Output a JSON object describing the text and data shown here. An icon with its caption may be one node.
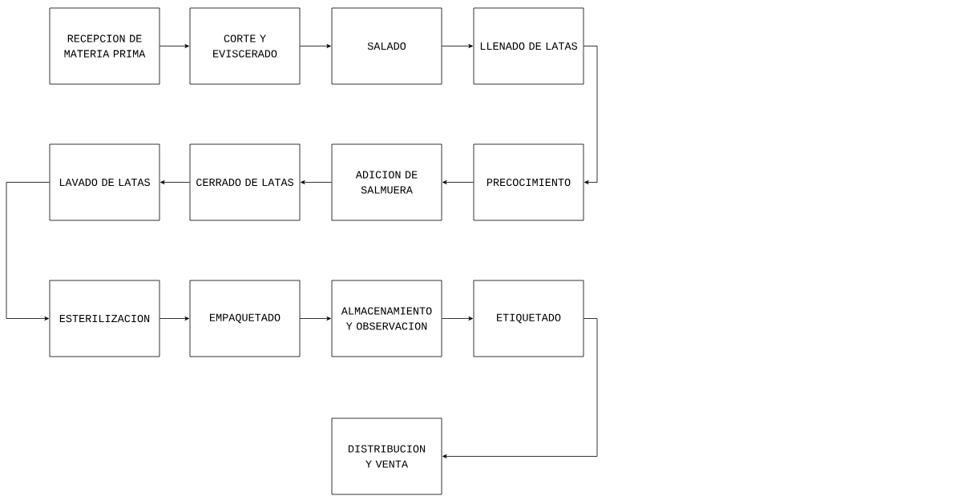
{
  "diagram": {
    "nodes": [
      {
        "text": [
          "RECEPCION DE MATERIA PRIMA"
        ]
      },
      {
        "text": [
          "CORTE Y EVISCERADO"
        ]
      },
      {
        "text": [
          "SALADO"
        ]
      },
      {
        "text": [
          "LLENADO DE LATAS"
        ]
      },
      {
        "text": [
          "PRECOCIMIENTO"
        ]
      },
      {
        "text": [
          "ADICION DE SALMUERA"
        ]
      },
      {
        "text": [
          "CERRADO DE LATAS"
        ]
      },
      {
        "text": [
          "LAVADO DE LATAS"
        ]
      },
      {
        "text": [
          "ESTERILIZACION"
        ]
      },
      {
        "text": [
          "EMPAQUETADO"
        ]
      },
      {
        "text": [
          "ALMACENAMIENTO Y OBSERVACION"
        ]
      },
      {
        "text": [
          "ETIQUETADO"
        ]
      },
      {
        "text": [
          "DISTRIBUCION Y VENTA"
        ]
      }
    ],
    "edges": [
      {
        "from": 0,
        "to": 1,
        "arrow": "to"
      },
      {
        "from": 1,
        "to": 2,
        "arrow": "to"
      },
      {
        "from": 2,
        "to": 3,
        "arrow": "to"
      },
      {
        "from": 3,
        "to": 4,
        "arrow": "to"
      },
      {
        "from": 4,
        "to": 5,
        "arrow": "to"
      },
      {
        "from": 5,
        "to": 6,
        "arrow": "to"
      },
      {
        "from": 6,
        "to": 7,
        "arrow": "to"
      },
      {
        "from": 7,
        "to": 8,
        "arrow": "to"
      },
      {
        "from": 8,
        "to": 9,
        "arrow": "to"
      },
      {
        "from": 9,
        "to": 10,
        "arrow": "to"
      },
      {
        "from": 10,
        "to": 11,
        "arrow": "to"
      },
      {
        "from": 11,
        "to": 12,
        "arrow": "to"
      }
    ]
  }
}
